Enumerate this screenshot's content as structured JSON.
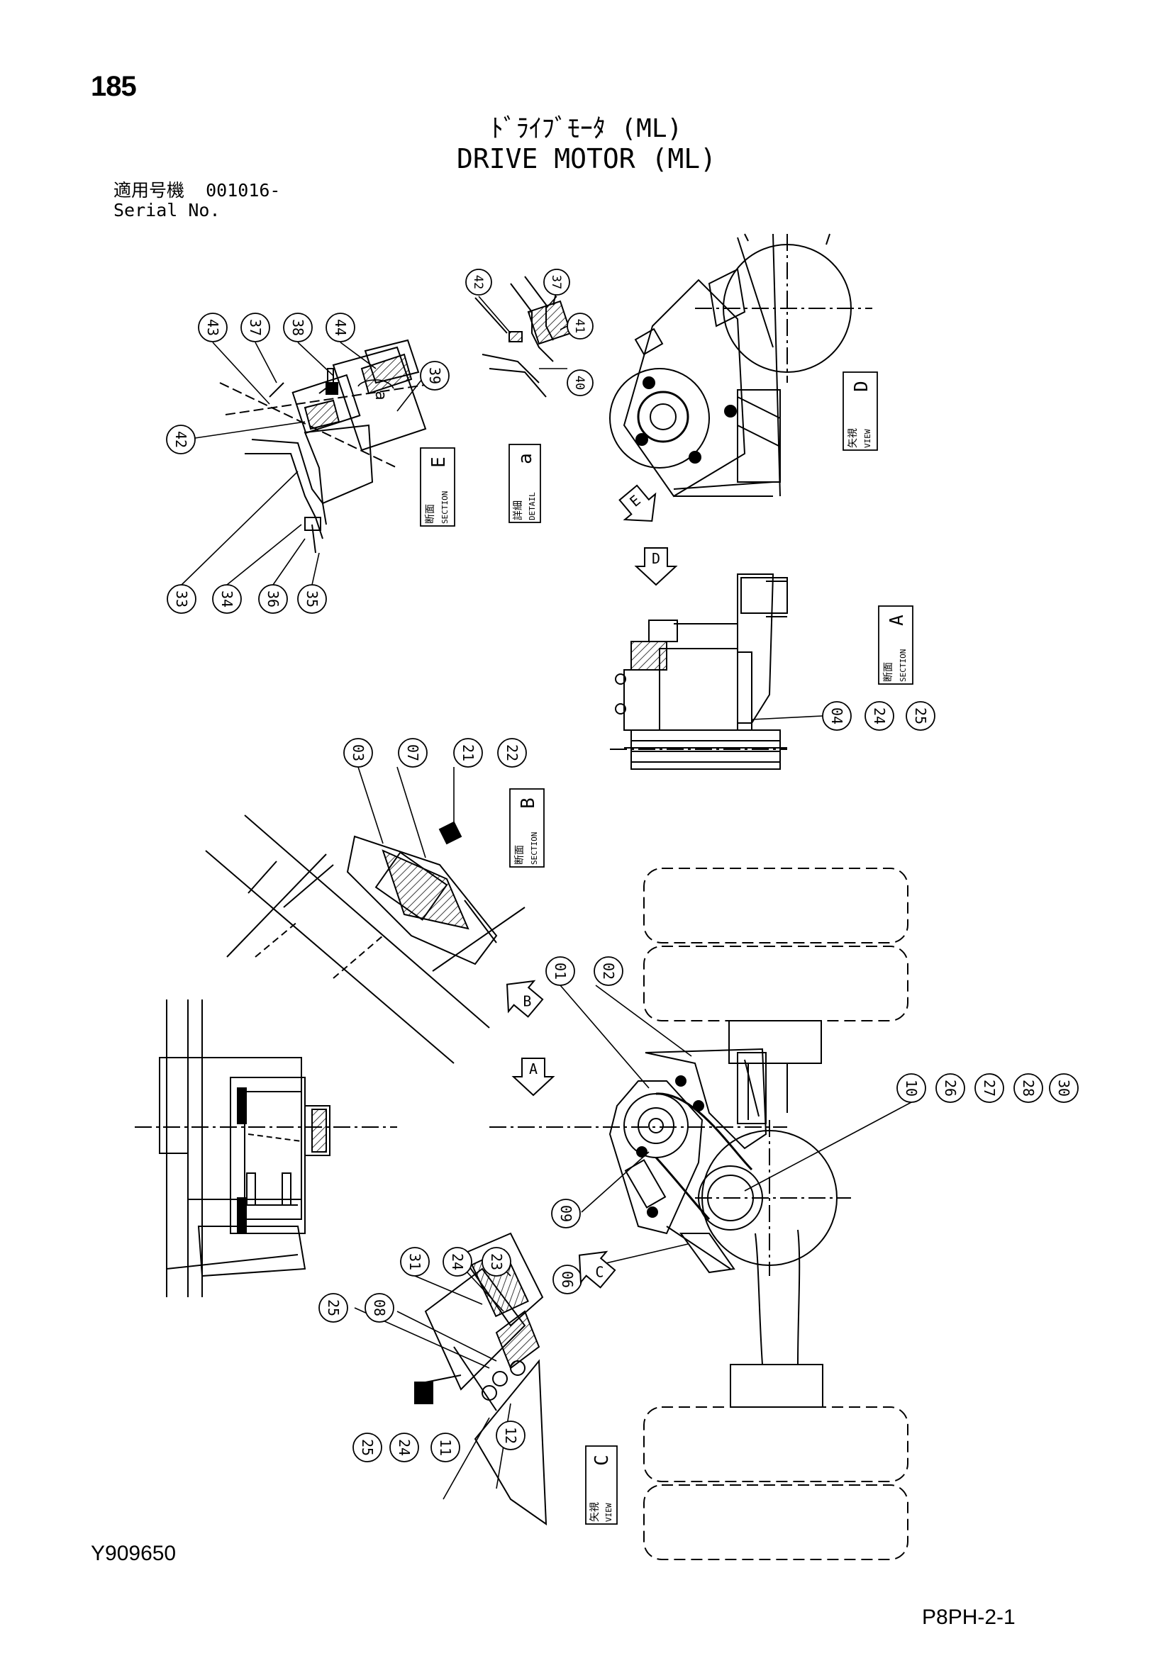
{
  "header": {
    "page_number": "185",
    "title_ja": "ﾄﾞﾗｲﾌﾞﾓｰﾀ (ML)",
    "title_en": "DRIVE MOTOR (ML)",
    "serial_label_ja": "適用号機",
    "serial_value": "001016-",
    "serial_label_en": "Serial No."
  },
  "footer": {
    "doc_code": "Y909650",
    "sheet_code": "P8PH-2-1"
  },
  "view_labels": {
    "section_e": {
      "ja": "断面",
      "en": "SECTION",
      "letter": "E"
    },
    "detail_a": {
      "ja": "詳細",
      "en": "DETAIL",
      "letter": "a"
    },
    "view_d": {
      "ja": "矢視",
      "en": "VIEW",
      "letter": "D"
    },
    "section_a": {
      "ja": "断面",
      "en": "SECTION",
      "letter": "A"
    },
    "section_b": {
      "ja": "断面",
      "en": "SECTION",
      "letter": "B"
    },
    "view_c": {
      "ja": "矢視",
      "en": "VIEW",
      "letter": "C"
    }
  },
  "arrows": [
    "E",
    "D",
    "B",
    "A",
    "C"
  ],
  "callout_marker": "a",
  "callouts": {
    "e43": "43",
    "e37": "37",
    "e38": "38",
    "e44": "44",
    "e39": "39",
    "e42": "42",
    "e33": "33",
    "e34": "34",
    "e36": "36",
    "e35": "35",
    "d42": "42",
    "d37": "37",
    "d41": "41",
    "d40": "40",
    "a04": "04",
    "a24": "24",
    "a25": "25",
    "b03": "03",
    "b07": "07",
    "b21": "21",
    "b22": "22",
    "m01": "01",
    "m02": "02",
    "m10": "10",
    "m26": "26",
    "m27": "27",
    "m28": "28",
    "m30": "30",
    "m09": "09",
    "m06": "06",
    "c31": "31",
    "c24": "24",
    "c23": "23",
    "c25": "25",
    "c08": "08",
    "c25b": "25",
    "c24b": "24",
    "c11": "11",
    "c12": "12"
  }
}
